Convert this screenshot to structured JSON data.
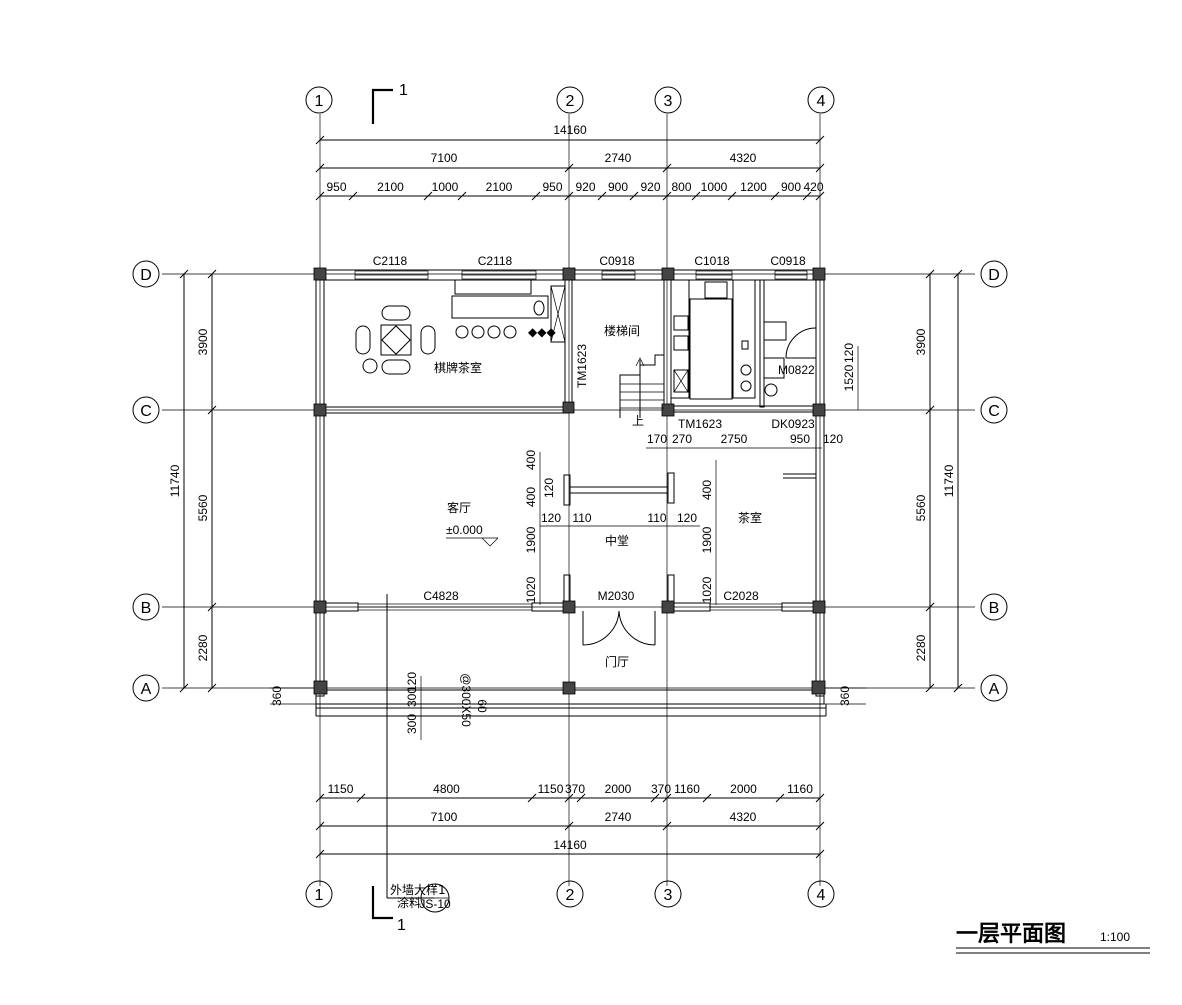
{
  "title": {
    "text": "一层平面图",
    "scale": "1:100"
  },
  "axes_v": [
    "1",
    "2",
    "3",
    "4"
  ],
  "axes_h": [
    "A",
    "B",
    "C",
    "D"
  ],
  "section_mark": "1",
  "dims_top": {
    "total": "14160",
    "mid": [
      "7100",
      "2740",
      "4320"
    ],
    "detail": [
      "950",
      "2100",
      "1000",
      "2100",
      "950",
      "920",
      "900",
      "920",
      "800",
      "1000",
      "1200",
      "900",
      "420"
    ]
  },
  "dims_bottom": {
    "total": "14160",
    "mid": [
      "7100",
      "2740",
      "4320"
    ],
    "detail": [
      "1150",
      "4800",
      "1150",
      "370",
      "2000",
      "370",
      "1160",
      "2000",
      "1160"
    ]
  },
  "dims_side": {
    "total": "11740",
    "mid": [
      "3900",
      "5560",
      "2280"
    ],
    "small": "360"
  },
  "rooms": {
    "chess_tea": "棋牌茶室",
    "stair": "楼梯间",
    "living": "客厅",
    "hall": "中堂",
    "tea": "茶室",
    "foyer": "门厅",
    "elevation": "±0.000",
    "up": "上"
  },
  "openings": {
    "c2118a": "C2118",
    "c2118b": "C2118",
    "c0918a": "C0918",
    "c1018": "C1018",
    "c0918b": "C0918",
    "tm1623a": "TM1623",
    "tm1623b": "TM1623",
    "m0822": "M0822",
    "dk0923": "DK0923",
    "c4828": "C4828",
    "m2030": "M2030",
    "c2028": "C2028"
  },
  "inner_dims": {
    "d170": "170",
    "d270": "270",
    "d2750": "2750",
    "d950": "950",
    "d120a": "120",
    "d1520": "1520",
    "d120b": "120",
    "d400a": "400",
    "d400b": "400",
    "d120c": "120",
    "d110a": "110",
    "d110b": "110",
    "d120d": "120",
    "d1900a": "1900",
    "d1900b": "1900",
    "d1020a": "1020",
    "d1020b": "1020",
    "d300": "300",
    "d300b": "300",
    "d120e": "120",
    "d60": "60",
    "d3005": "@300X50"
  },
  "callout": {
    "line1": "外墙大样1",
    "line2": "涂料",
    "ref": "JS-10"
  }
}
